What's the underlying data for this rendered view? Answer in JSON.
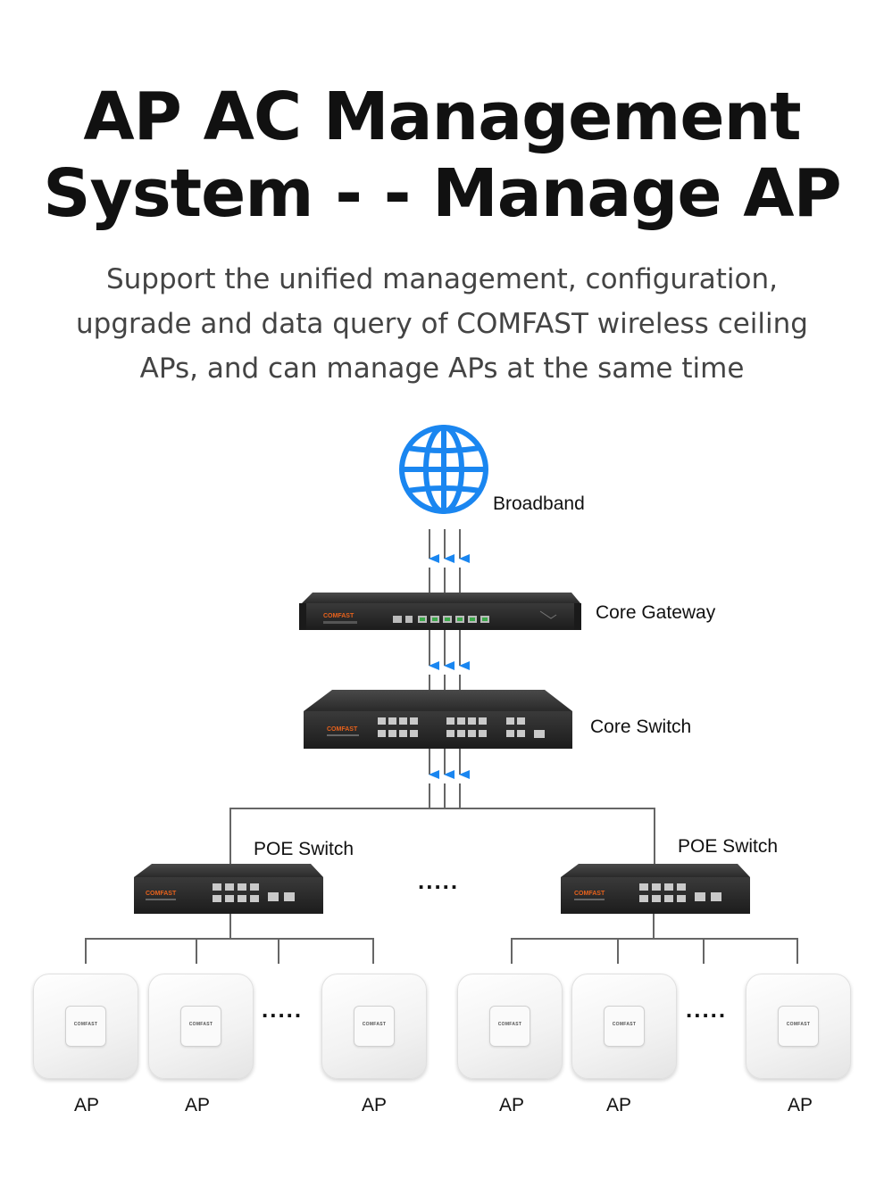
{
  "title_lines": [
    "AP AC Management",
    "System - - Manage AP"
  ],
  "subtitle_lines": [
    "Support the unified management, configuration,",
    "upgrade and data query of COMFAST wireless ceiling",
    "APs, and can manage APs at the same time"
  ],
  "diagram": {
    "broadband_label": "Broadband",
    "core_gateway_label": "Core Gateway",
    "core_switch_label": "Core Switch",
    "poe_switch_left_label": "POE Switch",
    "poe_switch_right_label": "POE Switch",
    "ellipsis_middle": ".....",
    "ellipsis_ap_left": ".....",
    "ellipsis_ap_right": ".....",
    "brand_logo": "COMFAST",
    "ap_labels": [
      "AP",
      "AP",
      "AP",
      "AP",
      "AP",
      "AP"
    ]
  },
  "colors": {
    "globe": "#1a86f0",
    "arrow": "#1a86f0",
    "line": "#666666",
    "device_body": "#2b2b2b",
    "brand_orange": "#e8621c"
  },
  "icons": [
    "globe-icon",
    "arrow-down-icon"
  ]
}
